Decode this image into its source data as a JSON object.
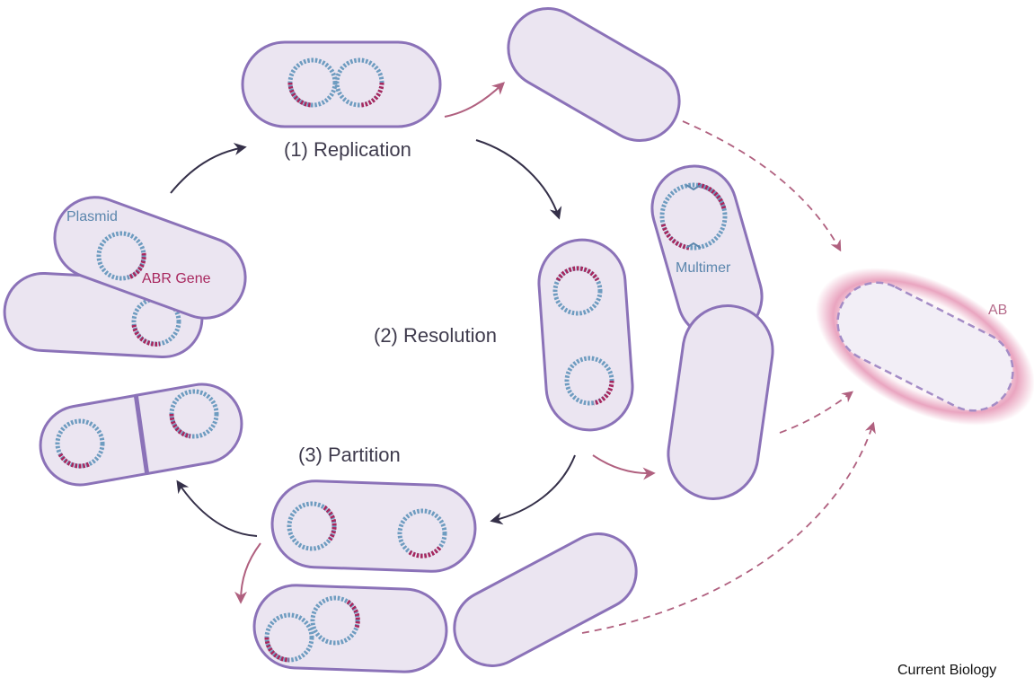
{
  "labels": {
    "plasmid": "Plasmid",
    "abr_gene": "ABR Gene",
    "multimer": "Multimer",
    "ab": "AB"
  },
  "steps": {
    "replication": "(1) Replication",
    "resolution": "(2) Resolution",
    "partition": "(3) Partition"
  },
  "credit": "Current Biology",
  "colors": {
    "cell_fill": "#ebe5f1",
    "cell_stroke": "#8b72b8",
    "plasmid_dna": "#6e9cc0",
    "abr_gene_dna": "#a8275e",
    "main_arrow": "#353049",
    "loss_arrow": "#b0607f",
    "antibiotic_glow": "#d85b8c"
  }
}
